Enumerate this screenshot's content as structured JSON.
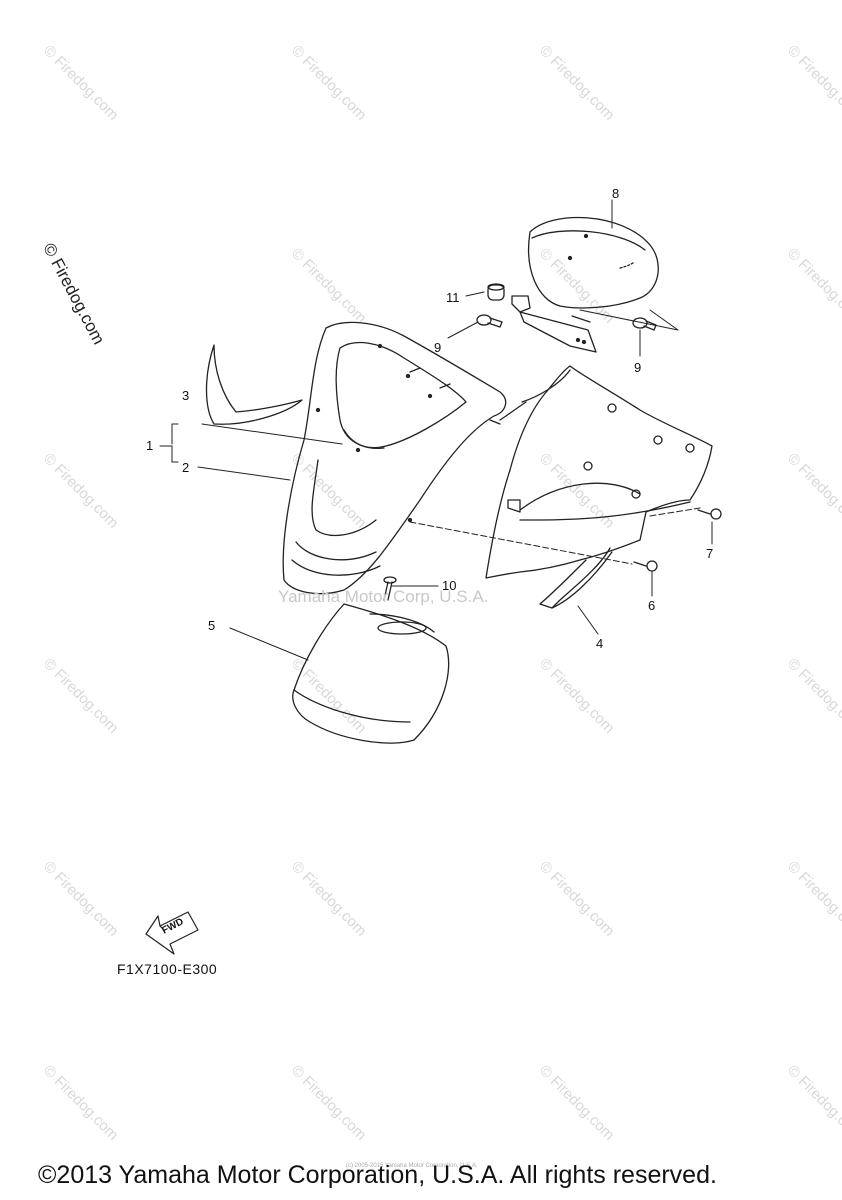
{
  "watermark": {
    "text": "© Firedog.com",
    "center_text": "Yamaha Motor Corp, U.S.A."
  },
  "callouts": [
    "1",
    "2",
    "3",
    "4",
    "5",
    "6",
    "7",
    "8",
    "9",
    "9",
    "10",
    "11"
  ],
  "forward_arrow": {
    "label": "FWD"
  },
  "part_code": "F1X7100-E300",
  "tiny_notice": "(c) 2005-2015 Yamaha Motor Corporation, U.S.A.",
  "copyright": "©2013 Yamaha Motor Corporation, U.S.A. All rights reserved."
}
